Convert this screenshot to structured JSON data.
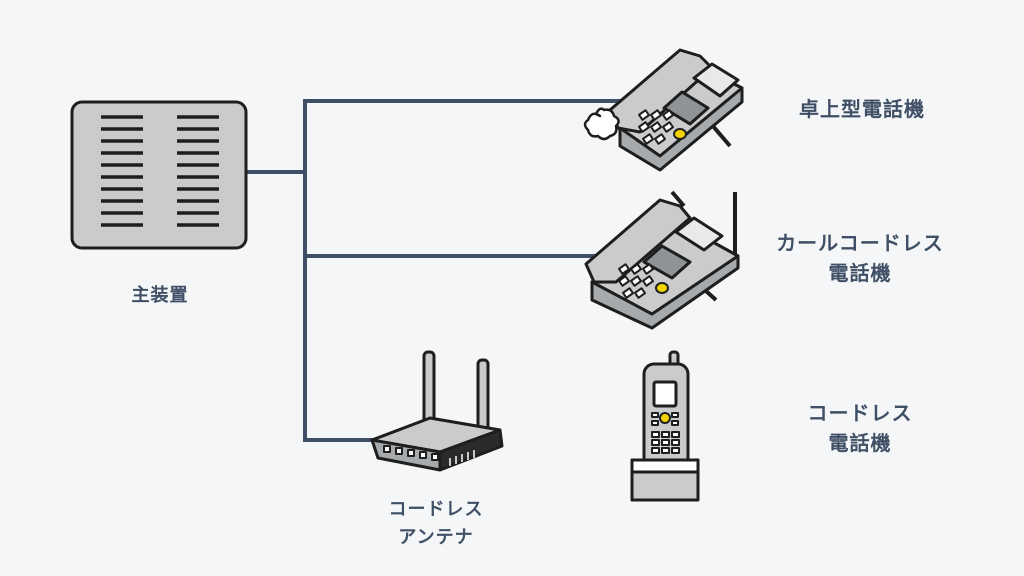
{
  "labels": {
    "main_unit": "主装置",
    "desk_phone": "卓上型電話機",
    "curl_cordless": {
      "line1": "カールコードレス",
      "line2": "電話機"
    },
    "cordless_phone": {
      "line1": "コードレス",
      "line2": "電話機"
    },
    "cordless_antenna": {
      "line1": "コードレス",
      "line2": "アンテナ"
    }
  },
  "colors": {
    "background": "#f5f6f7",
    "wire": "#3f5066",
    "device_fill": "#c9cbcc",
    "device_stroke": "#1e1e1e",
    "screen": "#8f9396",
    "accent_button": "#f2d200"
  },
  "icons": [
    "main-unit-icon",
    "desk-phone-icon",
    "curl-cordless-phone-icon",
    "cordless-handset-icon",
    "cordless-antenna-icon"
  ]
}
